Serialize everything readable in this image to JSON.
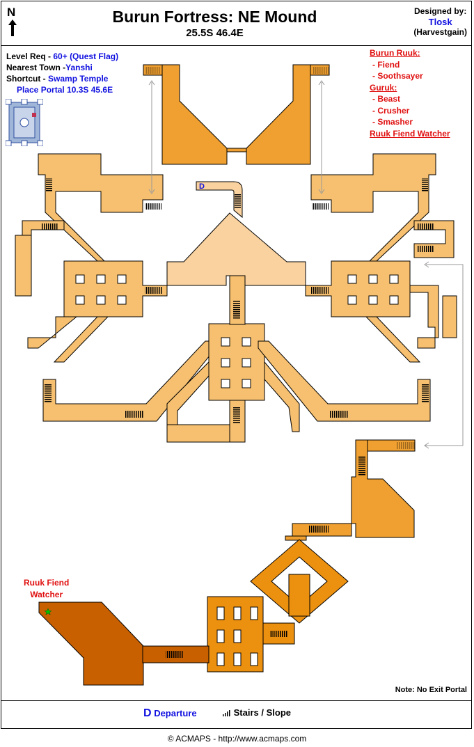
{
  "title": "Burun Fortress: NE Mound",
  "coordinates": "25.5S 46.4E",
  "compass": "N",
  "designer": {
    "label": "Designed by:",
    "name": "Tlosk",
    "server": "(Harvestgain)"
  },
  "info": {
    "level_label": "Level Req -",
    "level_value": "60+ (Quest Flag)",
    "town_label": "Nearest Town -",
    "town_value": "Yanshi",
    "shortcut_label": "Shortcut -",
    "shortcut_value": "Swamp Temple",
    "portal": "Place Portal 10.3S 45.6E"
  },
  "creatures": {
    "group1_title": "Burun Ruuk:",
    "group1": [
      "- Fiend",
      "- Soothsayer"
    ],
    "group2_title": "Guruk:",
    "group2": [
      "- Beast",
      "- Crusher",
      "- Smasher"
    ],
    "boss": "Ruuk Fiend Watcher"
  },
  "boss_label_line1": "Ruuk Fiend",
  "boss_label_line2": "Watcher",
  "departure_marker": "D",
  "note": "Note: No Exit Portal",
  "legend": {
    "departure_symbol": "D",
    "departure_label": "Departure",
    "stairs_label": "Stairs / Slope"
  },
  "copyright": "© ACMAPS - http://www.acmaps.com",
  "colors": {
    "light": "#f9d29f",
    "mid": "#f6c070",
    "orange": "#f0a030",
    "deep": "#ec9010",
    "dark": "#c86000",
    "stairs": "#000000",
    "text_blue": "#1010e0",
    "text_red": "#e01010",
    "boss_star": "#00c000"
  }
}
